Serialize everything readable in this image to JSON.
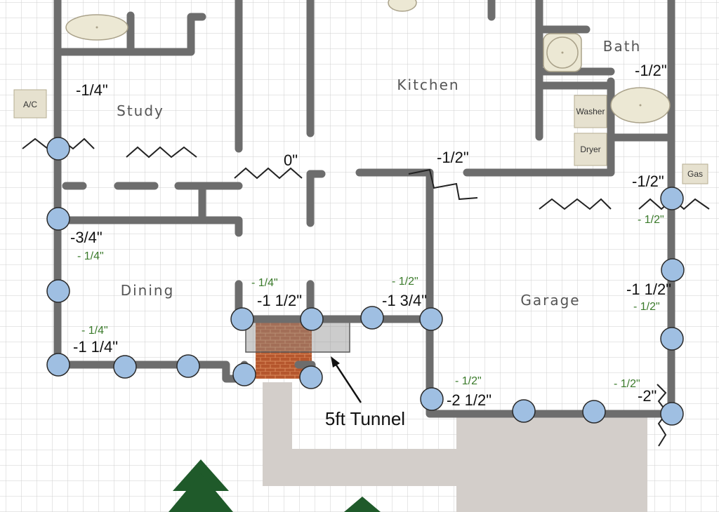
{
  "rooms": {
    "study": "Study",
    "kitchen": "Kitchen",
    "bath": "Bath",
    "dining": "Dining",
    "garage": "Garage"
  },
  "appliances": {
    "ac": "A/C",
    "gas": "Gas",
    "washer": "Washer",
    "dryer": "Dryer"
  },
  "annotations": {
    "tunnel": "5ft Tunnel"
  },
  "measurements": {
    "study": "-1/4\"",
    "hall_center": "0\"",
    "kitchen": "-1/2\"",
    "bath": "-1/2\"",
    "gas_corner": "-1/2\"",
    "gas_corner_green": "- 1/2\"",
    "west_side": "-3/4\"",
    "west_side_green": "- 1/4\"",
    "dining_sw": "-1 1/4\"",
    "dining_sw_green": "- 1/4\"",
    "porch_left": "-1 1/2\"",
    "porch_left_green": "- 1/4\"",
    "porch_right": "-1 3/4\"",
    "porch_right_green": "- 1/2\"",
    "garage_east": "-1 1/2\"",
    "garage_east_green": "- 1/2\"",
    "garage_sw": "-2 1/2\"",
    "garage_sw_green": "- 1/2\"",
    "garage_se": "-2\"",
    "garage_se_green": "- 1/2\""
  },
  "colors": {
    "wall": "#6d6d6d",
    "grid": "#cfcfcf",
    "pier": "#9fbfe2",
    "pier_stroke": "#2a2a2a",
    "brick": "#b5562d",
    "pad": "#d3ceca",
    "tree": "#1f5a2a",
    "fixture": "#ece8d4",
    "label_bg": "#e6e1cf",
    "green_text": "#3a7a2a"
  },
  "icons": {
    "pier": "circle-marker",
    "crack": "zigzag-line",
    "tree": "pine-tree"
  }
}
